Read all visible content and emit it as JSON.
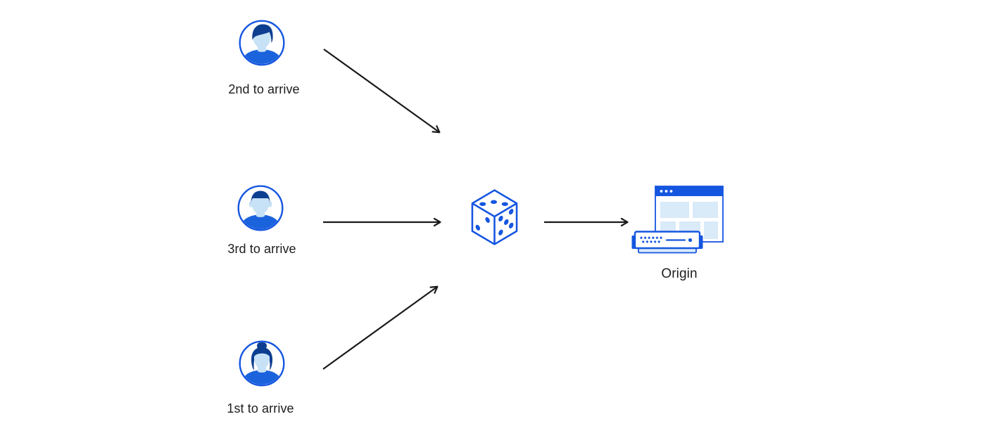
{
  "page": {
    "background": "#ffffff"
  },
  "palette": {
    "primary_blue": "#1556e0",
    "dark_navy": "#0d3e90",
    "shirt_blue": "#1b63dd",
    "face_light_blue": "#c7e2f6",
    "panel_light_blue": "#d9eaf8",
    "arrow_black": "#1a1a1a",
    "label_text": "#1d1d1f"
  },
  "nodes": {
    "clients": [
      {
        "label": "2nd to arrive",
        "icon": "avatar-man-swept-hair-icon"
      },
      {
        "label": "3rd to arrive",
        "icon": "avatar-man-short-hair-icon"
      },
      {
        "label": "1st to arrive",
        "icon": "avatar-woman-bun-icon"
      }
    ],
    "randomizer": {
      "icon": "dice-icon"
    },
    "origin": {
      "label": "Origin",
      "icon": "origin-server-icon"
    }
  },
  "edges": [
    {
      "from": "client-2nd-to-arrive",
      "to": "dice"
    },
    {
      "from": "client-3rd-to-arrive",
      "to": "dice"
    },
    {
      "from": "client-1st-to-arrive",
      "to": "dice"
    },
    {
      "from": "dice",
      "to": "origin"
    }
  ]
}
